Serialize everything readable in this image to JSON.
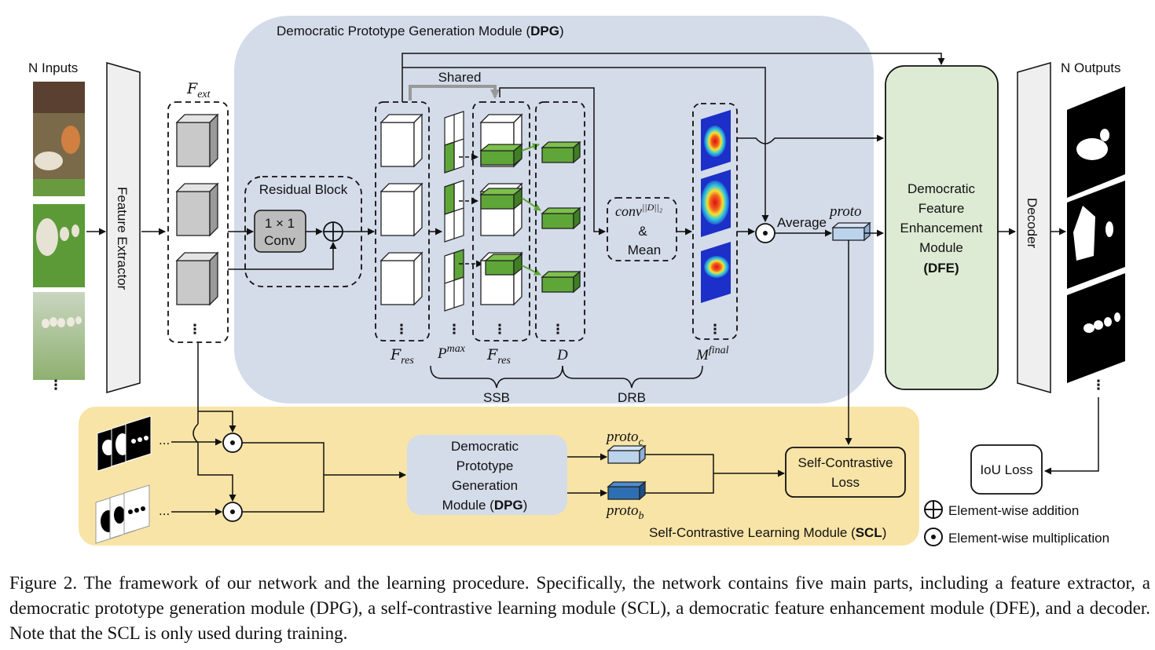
{
  "figure": {
    "dpg_title_prefix": "Democratic Prototype Generation Module (",
    "dpg_title_bold": "DPG",
    "dpg_title_suffix": ")",
    "n_inputs": "N Inputs",
    "n_outputs": "N Outputs",
    "feature_extractor": "Feature Extractor",
    "decoder": "Decoder",
    "f_ext_base": "F",
    "f_ext_sub": "ext",
    "residual_block": "Residual Block",
    "conv_line1": "1 × 1",
    "conv_line2": "Conv",
    "shared": "Shared",
    "f_res_base": "F",
    "f_res_sub": "res",
    "p_base": "P",
    "p_sup": "max",
    "d_label": "D",
    "conv_mean_base": "conv",
    "conv_mean_sup": "||D||₂",
    "conv_mean_amp": "&",
    "conv_mean_mean": "Mean",
    "m_base": "M",
    "m_sup": "final",
    "average": "Average",
    "proto": "proto",
    "ssb": "SSB",
    "drb": "DRB",
    "dfe_lines": [
      "Democratic",
      "Feature",
      "Enhancement",
      "Module"
    ],
    "dfe_bold": "(DFE)",
    "iou_loss": "IoU Loss",
    "legend_add": "Element-wise addition",
    "legend_mul": "Element-wise multiplication",
    "scl_title_prefix": "Self-Contrastive Learning Module (",
    "scl_title_bold": "SCL",
    "scl_title_suffix": ")",
    "dpg_inner_lines": [
      "Democratic",
      "Prototype",
      "Generation"
    ],
    "dpg_inner_last_prefix": "Module (",
    "dpg_inner_last_bold": "DPG",
    "dpg_inner_last_suffix": ")",
    "proto_c_base": "proto",
    "proto_c_sub": "c",
    "proto_b_base": "proto",
    "proto_b_sub": "b",
    "scl_loss_line1": "Self-Contrastive",
    "scl_loss_line2": "Loss",
    "ellipsis": "...",
    "vdots": "⋮"
  },
  "colors": {
    "dpg_bg": "#d4dcea",
    "scl_bg": "#f8e4a6",
    "dfe_bg": "#deebd4",
    "green": "#5fa638",
    "proto_light": "#bcd3ec",
    "proto_dark": "#2e6fb3",
    "conv_gray": "#bcbcbc"
  },
  "caption": "Figure 2. The framework of our network and the learning procedure. Specifically, the network contains five main parts, including a feature extractor, a democratic prototype generation module (DPG), a self-contrastive learning module (SCL), a democratic feature enhancement module (DFE), and a decoder. Note that the SCL is only used during training."
}
